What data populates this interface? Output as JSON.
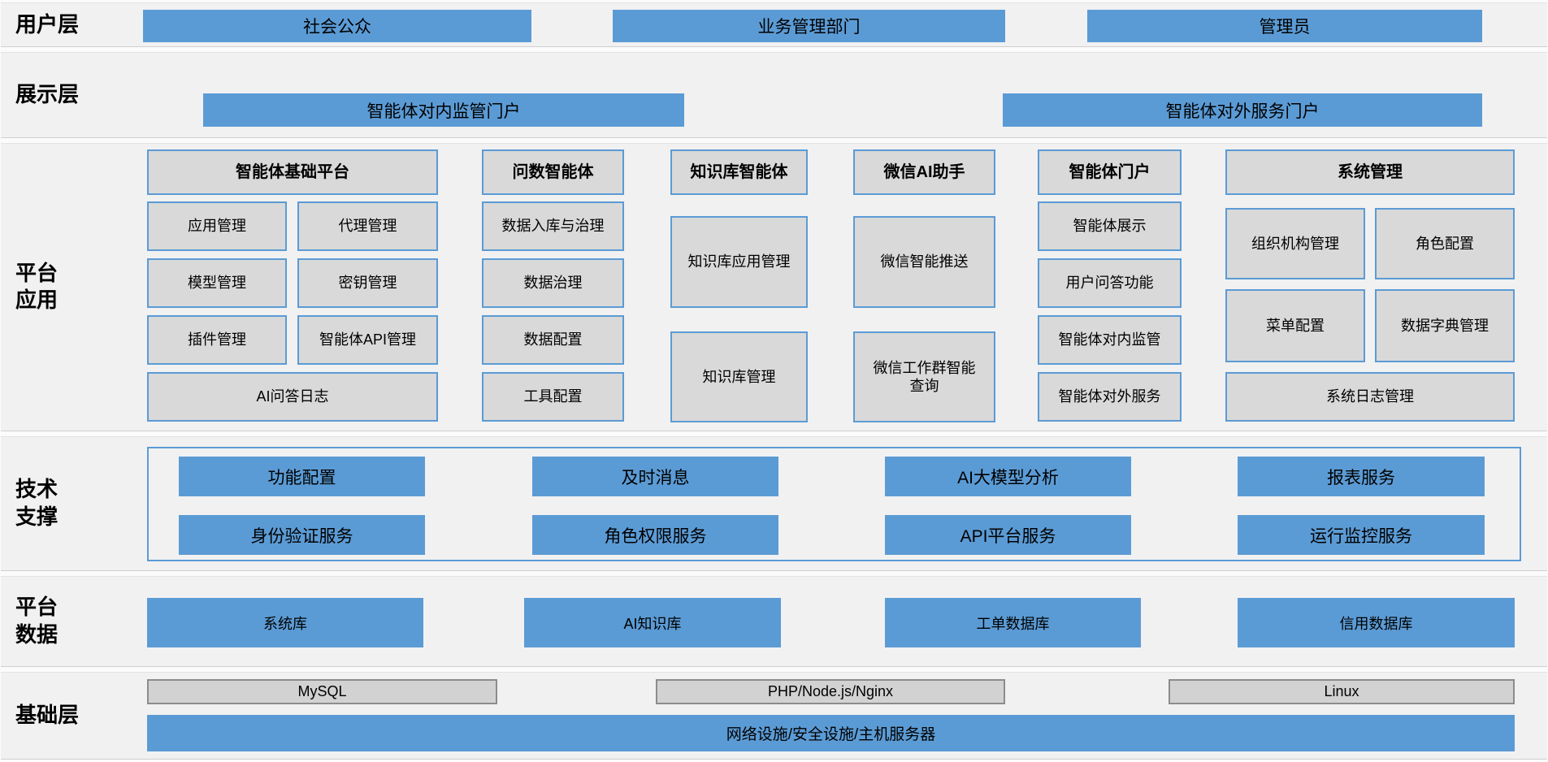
{
  "colors": {
    "accent_blue": "#5B9BD5",
    "module_gray": "#D9D9D9",
    "band_background": "#F1F1F1",
    "infra_gray": "#D2D2D2",
    "infra_gray_border": "#8C8C8C"
  },
  "user_layer": {
    "label": "用户层",
    "items": [
      "社会公众",
      "业务管理部门",
      "管理员"
    ]
  },
  "presentation_layer": {
    "label": "展示层",
    "items": [
      "智能体对内监管门户",
      "智能体对外服务门户"
    ]
  },
  "platform_app_layer": {
    "label_lines": [
      "平台",
      "应用"
    ],
    "columns": [
      {
        "header": "智能体基础平台",
        "cells": [
          "应用管理",
          "代理管理",
          "模型管理",
          "密钥管理",
          "插件管理",
          "智能体API管理"
        ],
        "footer": "AI问答日志"
      },
      {
        "header": "问数智能体",
        "cells": [
          "数据入库与治理",
          "数据治理",
          "数据配置",
          "工具配置"
        ]
      },
      {
        "header": "知识库智能体",
        "cells": [
          "知识库应用管理",
          "知识库管理"
        ]
      },
      {
        "header": "微信AI助手",
        "cells": [
          "微信智能推送",
          "微信工作群智能查询"
        ]
      },
      {
        "header": "智能体门户",
        "cells": [
          "智能体展示",
          "用户问答功能",
          "智能体对内监管",
          "智能体对外服务"
        ]
      },
      {
        "header": "系统管理",
        "cells": [
          "组织机构管理",
          "角色配置",
          "菜单配置",
          "数据字典管理"
        ],
        "footer": "系统日志管理"
      }
    ]
  },
  "tech_support_layer": {
    "label_lines": [
      "技术",
      "支撑"
    ],
    "rows": [
      [
        "功能配置",
        "及时消息",
        "AI大模型分析",
        "报表服务"
      ],
      [
        "身份验证服务",
        "角色权限服务",
        "API平台服务",
        "运行监控服务"
      ]
    ]
  },
  "platform_data_layer": {
    "label_lines": [
      "平台",
      "数据"
    ],
    "items": [
      "系统库",
      "AI知识库",
      "工单数据库",
      "信用数据库"
    ]
  },
  "infrastructure_layer": {
    "label": "基础层",
    "tech_stack": [
      "MySQL",
      "PHP/Node.js/Nginx",
      "Linux"
    ],
    "base": "网络设施/安全设施/主机服务器"
  }
}
